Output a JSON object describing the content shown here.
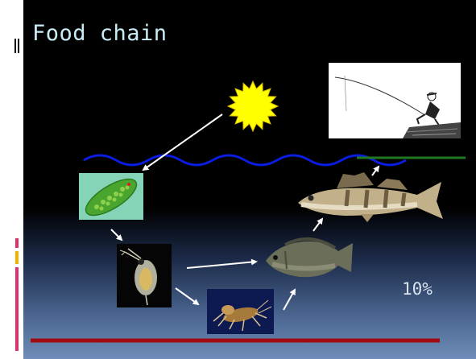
{
  "slide": {
    "title": "Food chain",
    "percent_label": "10%"
  },
  "diagram": {
    "nodes": [
      {
        "id": "sun",
        "kind": "sun-icon"
      },
      {
        "id": "algae",
        "kind": "euglena-picture"
      },
      {
        "id": "zooplankton",
        "kind": "daphnia-picture"
      },
      {
        "id": "insect-larva",
        "kind": "larva-picture"
      },
      {
        "id": "small-fish",
        "kind": "tilapia-picture"
      },
      {
        "id": "predator-fish",
        "kind": "zander-picture"
      },
      {
        "id": "angler",
        "kind": "fisherman-sketch"
      }
    ],
    "edges": [
      {
        "from": "sun",
        "to": "algae"
      },
      {
        "from": "algae",
        "to": "zooplankton"
      },
      {
        "from": "zooplankton",
        "to": "small-fish"
      },
      {
        "from": "zooplankton",
        "to": "insect-larva"
      },
      {
        "from": "insect-larva",
        "to": "small-fish"
      },
      {
        "from": "small-fish",
        "to": "predator-fish"
      },
      {
        "from": "predator-fish",
        "to": "angler"
      }
    ]
  },
  "colors": {
    "water_line": "#0a1de0",
    "fishing_line": "#1f7a1f",
    "bottom_line": "#a00b12",
    "sun": "#ffff00",
    "title": "#c9ecf6"
  }
}
